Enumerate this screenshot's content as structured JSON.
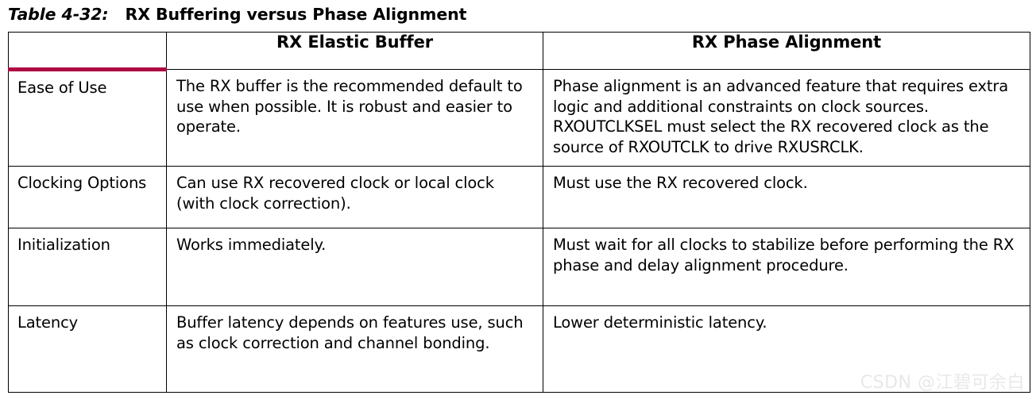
{
  "caption": {
    "label": "Table 4-32:",
    "title": "RX Buffering versus Phase Alignment"
  },
  "table": {
    "headers": [
      "",
      "RX Elastic Buffer",
      "RX Phase Alignment"
    ],
    "rows": [
      {
        "feature": "Ease of Use",
        "elastic_buffer": "The RX buffer is the recommended default to use when possible. It is robust and easier to operate.",
        "phase_alignment": "Phase alignment is an advanced feature that requires extra logic and additional constraints on clock sources. RXOUTCLKSEL must select the RX recovered clock as the source of RXOUTCLK to drive RXUSRCLK."
      },
      {
        "feature": "Clocking Options",
        "elastic_buffer": "Can use RX recovered clock or local clock (with clock correction).",
        "phase_alignment": "Must use the RX recovered clock."
      },
      {
        "feature": "Initialization",
        "elastic_buffer": "Works immediately.",
        "phase_alignment": "Must wait for all clocks to stabilize before performing the RX phase and delay alignment procedure."
      },
      {
        "feature": "Latency",
        "elastic_buffer": "Buffer latency depends on features use, such as clock correction and channel bonding.",
        "phase_alignment": "Lower deterministic latency."
      }
    ]
  },
  "watermark": {
    "text": "CSDN @江碧可余白"
  },
  "colors": {
    "accent": "#AE0B42",
    "border": "#000000",
    "background": "#FFFFFF",
    "text": "#000000",
    "watermark": "#E8E8EA"
  }
}
